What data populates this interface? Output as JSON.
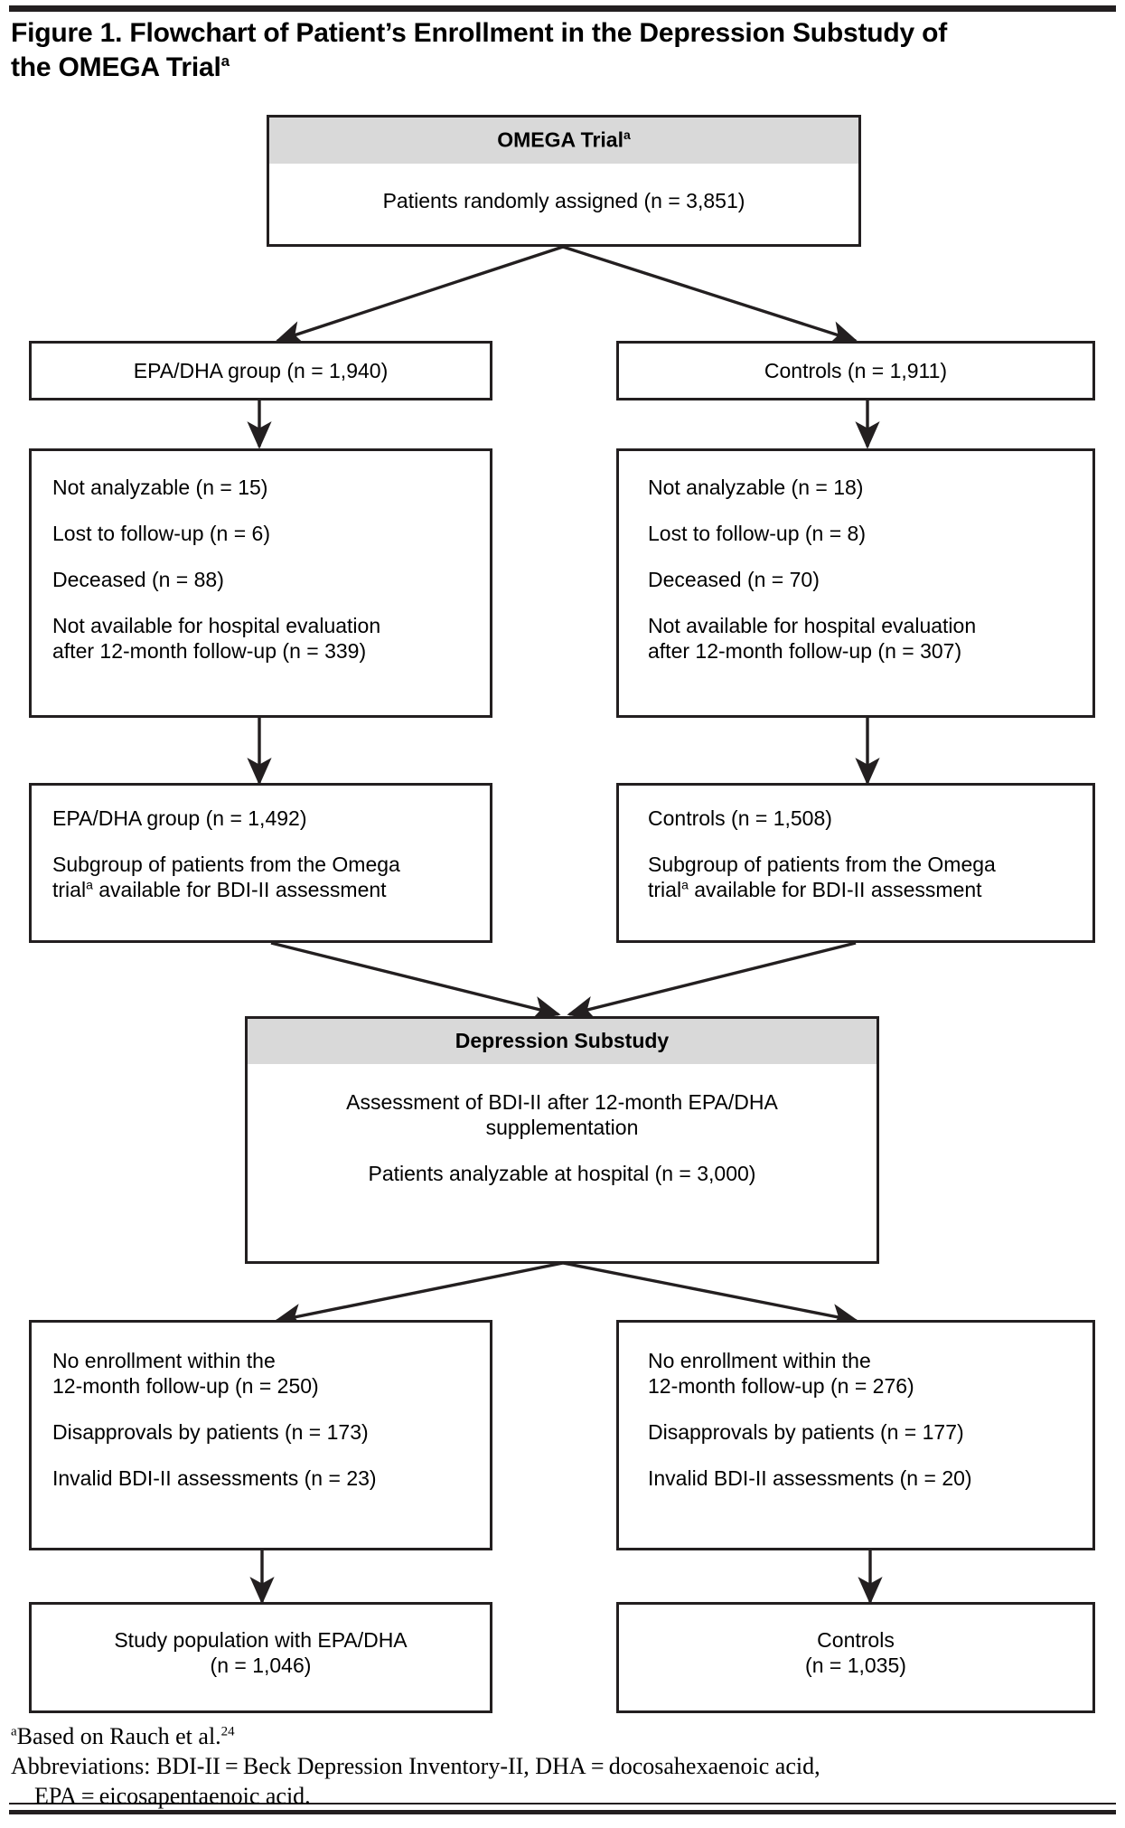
{
  "figure": {
    "title_line1": "Figure 1. Flowchart of Patient’s Enrollment in the Depression Substudy of",
    "title_line2": "the OMEGA Trial",
    "title_superscript": "a"
  },
  "flowchart": {
    "top_box": {
      "header": "OMEGA Trial",
      "header_superscript": "a",
      "line1": "Patients randomly assigned (n = 3,851)"
    },
    "arm_boxes": {
      "left": "EPA/DHA group (n = 1,940)",
      "right": "Controls  (n = 1,911)"
    },
    "exclusion_boxes_top": {
      "left": [
        "Not analyzable (n = 15)",
        "Lost to follow-up (n = 6)",
        "Deceased (n = 88)",
        "Not available for hospital evaluation",
        "after 12-month follow-up (n = 339)"
      ],
      "right": [
        "Not analyzable (n = 18)",
        "Lost to follow-up (n = 8)",
        "Deceased (n = 70)",
        "Not available for hospital evaluation",
        "after 12-month follow-up (n = 307)"
      ]
    },
    "subgroup_boxes": {
      "left": {
        "line1": "EPA/DHA group (n = 1,492)",
        "line2": "Subgroup of patients from the Omega",
        "line3_pre": "trial",
        "line3_sup": "a",
        "line3_post": " available for BDI-II assessment"
      },
      "right": {
        "line1": "Controls (n = 1,508)",
        "line2": "Subgroup of patients from the Omega",
        "line3_pre": "trial",
        "line3_sup": "a",
        "line3_post": " available for BDI-II assessment"
      }
    },
    "substudy_box": {
      "header": "Depression Substudy",
      "line1": "Assessment of BDI-II after 12-month EPA/DHA",
      "line2": "supplementation",
      "line3": "Patients analyzable at hospital (n = 3,000)"
    },
    "exclusion_boxes_bottom": {
      "left": [
        "No enrollment within the",
        "12-month follow-up (n = 250)",
        "Disapprovals by patients (n = 173)",
        "Invalid BDI-II assessments (n = 23)"
      ],
      "right": [
        "No enrollment within the",
        "12-month follow-up (n = 276)",
        "Disapprovals by patients (n = 177)",
        "Invalid BDI-II assessments (n = 20)"
      ]
    },
    "final_boxes": {
      "left": {
        "line1": "Study population with EPA/DHA",
        "line2": "(n = 1,046)"
      },
      "right": {
        "line1": "Controls",
        "line2": "(n = 1,035)"
      }
    }
  },
  "footnotes": {
    "footnote_a_sup": "a",
    "footnote_a_text": "Based on Rauch et al.",
    "footnote_a_ref": "24",
    "abbrev_line1": "Abbreviations: BDI-II = Beck Depression Inventory-II, DHA = docosahexaenoic acid,",
    "abbrev_line2": "EPA = eicosapentaenoic acid."
  },
  "colors": {
    "header_fill": "#d9d9d9",
    "stroke": "#231f20",
    "background": "#ffffff"
  }
}
